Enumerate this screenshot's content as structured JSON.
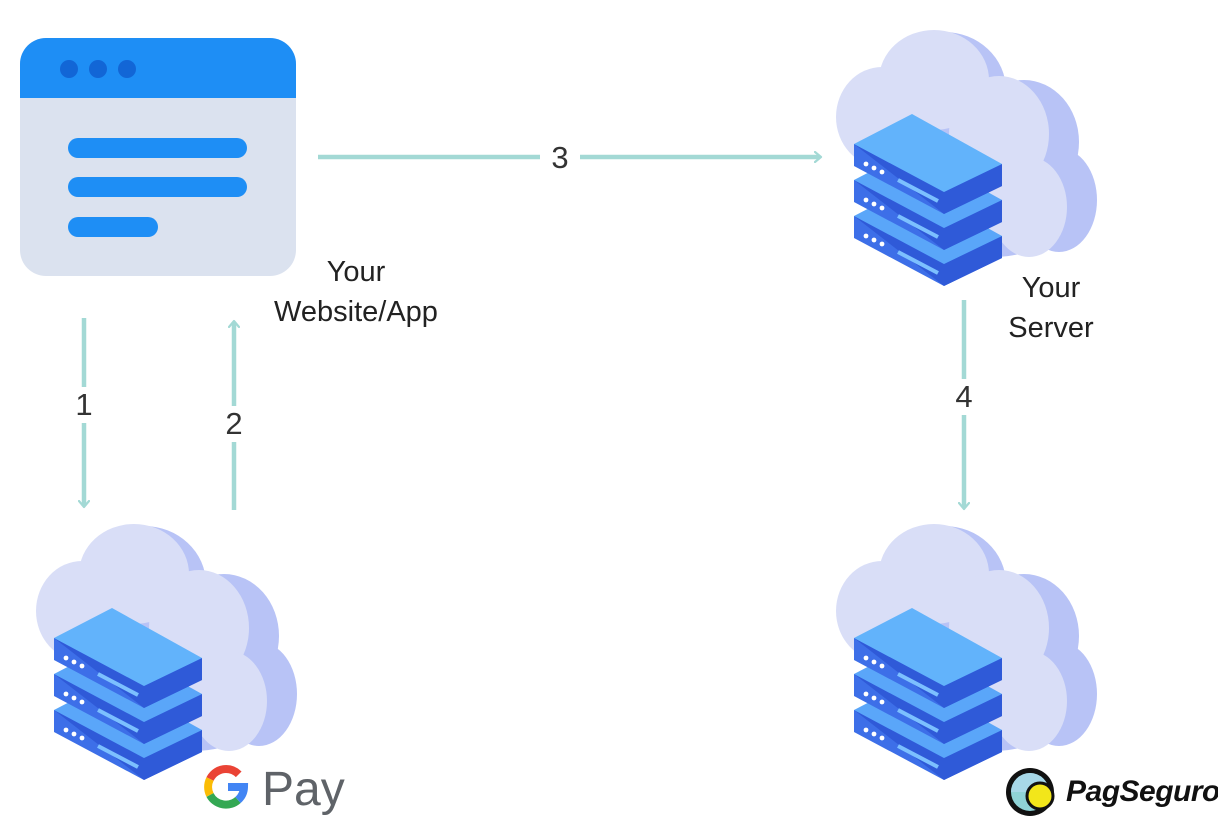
{
  "nodes": {
    "website": {
      "label_line1": "Your",
      "label_line2": "Website/App"
    },
    "server": {
      "label_line1": "Your",
      "label_line2": "Server"
    },
    "google_pay": {
      "logo_text": "Pay",
      "logo_letter": "G",
      "icon": "cloud-server-icon"
    },
    "pagseguro": {
      "logo_text": "PagSeguro",
      "icon": "cloud-server-icon"
    }
  },
  "steps": {
    "s1": "1",
    "s2": "2",
    "s3": "3",
    "s4": "4"
  },
  "colors": {
    "arrow": "#a3d9d5",
    "browser_header": "#1e8ef5",
    "browser_body": "#dbe2ef",
    "cloud_light": "#d9def7",
    "cloud_dark": "#b8c3f6",
    "server_top": "#62b3fb",
    "server_side": "#3d6fe8"
  }
}
